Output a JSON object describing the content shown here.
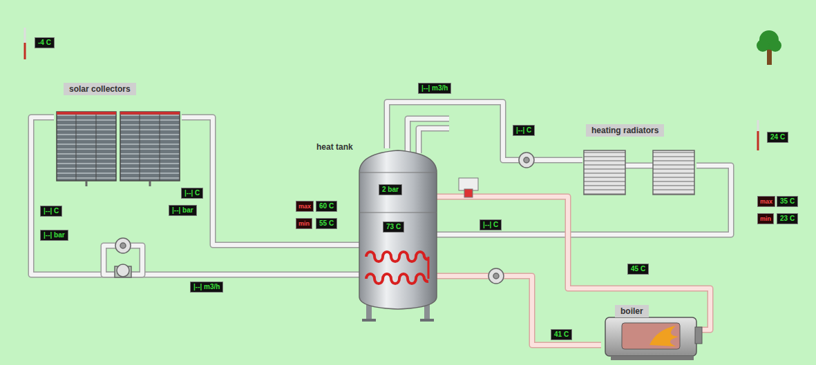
{
  "diagram": {
    "nodes": [
      {
        "text": [
          "solar collectors"
        ]
      },
      {
        "text": [
          "heat tank",
          "2 bar",
          "73 C"
        ]
      },
      {
        "text": [
          "heating radiators"
        ]
      },
      {
        "text": [
          "boiler"
        ]
      }
    ],
    "edges": [
      {
        "from": 0,
        "to": 1,
        "arrow": "none"
      },
      {
        "from": 1,
        "to": 0,
        "arrow": "none"
      },
      {
        "from": 1,
        "to": 2,
        "arrow": "none"
      },
      {
        "from": 2,
        "to": 1,
        "arrow": "none"
      },
      {
        "from": 1,
        "to": 3,
        "arrow": "none"
      },
      {
        "from": 3,
        "to": 1,
        "arrow": "none"
      }
    ],
    "labels": [
      "-4 C",
      "|--| m3/h",
      "|--| C",
      "24 C",
      "|--| C",
      "|--| bar",
      "|--| C",
      "|--| bar",
      "max",
      "60 C",
      "min",
      "55 C",
      "|--| C",
      "max",
      "35 C",
      "min",
      "23 C",
      "|--| m3/h",
      "45 C",
      "41 C"
    ]
  }
}
